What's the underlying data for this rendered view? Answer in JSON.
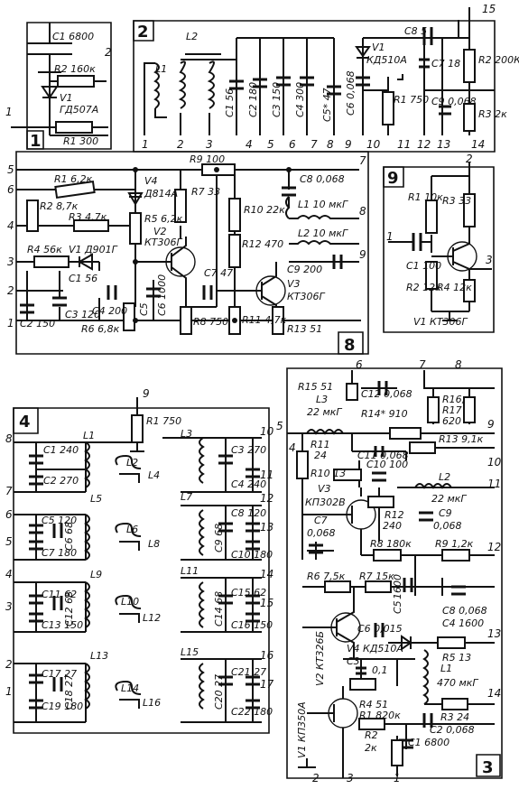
{
  "panels": {
    "p1": {
      "number": "1",
      "labels": {
        "c1": "C1 6800",
        "r2": "R2 160к",
        "v1": "V1",
        "v1_type": "ГД507А",
        "r1": "R1 300"
      },
      "terminals": [
        "1",
        "2"
      ]
    },
    "p2": {
      "number": "2",
      "labels": {
        "l1": "L1",
        "l2": "L2",
        "c1": "C1 56",
        "c2": "C2 180",
        "c3": "C3 150",
        "c4": "C4 300",
        "c5": "C5* 47",
        "c6": "C6 0,068",
        "c7": "C7 18",
        "c8": "C8 5",
        "c9": "C9 0,068",
        "r1": "R1 750",
        "r2": "R2 200К",
        "r3": "R3 2к",
        "v1": "V1",
        "v1_type": "КД510А"
      },
      "terminals": [
        "1",
        "2",
        "3",
        "4",
        "5",
        "6",
        "7",
        "8",
        "9",
        "10",
        "11",
        "12",
        "13",
        "14",
        "15"
      ]
    },
    "p8": {
      "number": "8",
      "labels": {
        "r1": "R1 6,2к",
        "r2": "R2 8,7к",
        "r3": "R3 4,7к",
        "r4": "R4 56к",
        "v1": "V1 Д901Г",
        "c1": "C1 56",
        "c2": "C2 150",
        "c3": "C3 120",
        "c4": "C4 200",
        "r6": "R6 6,8к",
        "v4": "V4",
        "v4_type": "Д814А",
        "r5": "R5 6,2к",
        "v2": "V2",
        "v2_type": "КТ306Г",
        "r7": "R7 33",
        "r9": "R9 100",
        "c5": "C5",
        "c6": "C6 1000",
        "c7": "C7 47",
        "r8": "R8 750",
        "r10": "R10 22к",
        "r12": "R12 470",
        "r11": "R11 4,7к",
        "c8": "C8 0,068",
        "l1": "L1 10 мкГ",
        "l2": "L2 10 мкГ",
        "c9": "C9 200",
        "v3": "V3",
        "v3_type": "КТ306Г",
        "r13": "R13 51"
      },
      "terminals": [
        "1",
        "2",
        "3",
        "4",
        "5",
        "6",
        "7",
        "8",
        "9"
      ]
    },
    "p9": {
      "number": "9",
      "labels": {
        "r1": "R1 10к",
        "r3": "R3 33",
        "c1": "C1 100",
        "r2": "R2 12к",
        "r4": "R4 12к",
        "v1": "V1 КТ306Г"
      },
      "terminals": [
        "1",
        "2",
        "3"
      ]
    },
    "p4": {
      "number": "4",
      "labels": {
        "r1": "R1 750",
        "c1": "C1 240",
        "c2": "C2 270",
        "l1": "L1",
        "l2": "L2",
        "l4": "L4",
        "l5": "L5",
        "l3": "L3",
        "c3": "C3 270",
        "c4": "C4 240",
        "l7": "L7",
        "c5": "C5 120",
        "c7": "C7 180",
        "c6": "C6 68",
        "l6": "L6",
        "l8": "L8",
        "c9": "C9 68",
        "c8": "C8 120",
        "c10": "C10 180",
        "l9": "L9",
        "c11": "C11 62",
        "c13": "C13 150",
        "c12": "C12 68",
        "l10": "L10",
        "l12": "L12",
        "l11": "L11",
        "c14": "C14 68",
        "c15": "C15 62",
        "c16": "C16 150",
        "l13": "L13",
        "c17": "C17 27",
        "c19": "C19 180",
        "c18": "C18 27",
        "l14": "L14",
        "l16": "L16",
        "l15": "L15",
        "c20": "C20 27",
        "c21": "C21 27",
        "c22": "C22 180"
      },
      "terminals": [
        "1",
        "2",
        "3",
        "4",
        "5",
        "6",
        "7",
        "8",
        "9",
        "10",
        "11",
        "12",
        "13",
        "14",
        "15",
        "16",
        "17"
      ]
    },
    "p3": {
      "number": "3",
      "labels": {
        "r15": "R15 51",
        "l3": "L3",
        "l3_val": "22 мкГ",
        "c12": "C12 0,068",
        "r14": "R14* 910",
        "r16": "R16,",
        "r17": "R17",
        "r16_val": "620",
        "r11": "R11",
        "r11_val": "24",
        "c11": "C11 0,068",
        "r13": "R13 9,1к",
        "r10": "R10 13",
        "v3": "V3",
        "v3_type": "КП302В",
        "c10": "C10 100",
        "l2": "L2",
        "l2_val": "22 мкГ",
        "c7": "C7",
        "c7_val": "0,068",
        "r12": "R12",
        "r12_val": "240",
        "c9": "C9",
        "c9_val": "0,068",
        "r8": "R8 180к",
        "r9": "R9 1,2к",
        "r6": "R6 7,5к",
        "r7": "R7 15к",
        "c5": "C5",
        "c5_val": "1600",
        "c8": "C8 0,068",
        "c4": "C4 1600",
        "c6": "C6 0,015",
        "v2": "V2 КТ326Б",
        "v4": "V4 КД510А",
        "r5": "R5 13",
        "c3": "C3",
        "c3_val": "0,1",
        "l1": "L1",
        "l1_val": "470 мкГ",
        "r4": "R4 51",
        "r1": "R1 820к",
        "r3": "R3 24",
        "c2": "C2 0,068",
        "r2": "R2",
        "r2_val": "2к",
        "c1": "C1 6800",
        "v1": "V1 КП350А"
      },
      "terminals": [
        "1",
        "2",
        "3",
        "4",
        "5",
        "6",
        "7",
        "8",
        "9",
        "10",
        "11",
        "12",
        "13",
        "14"
      ]
    }
  }
}
